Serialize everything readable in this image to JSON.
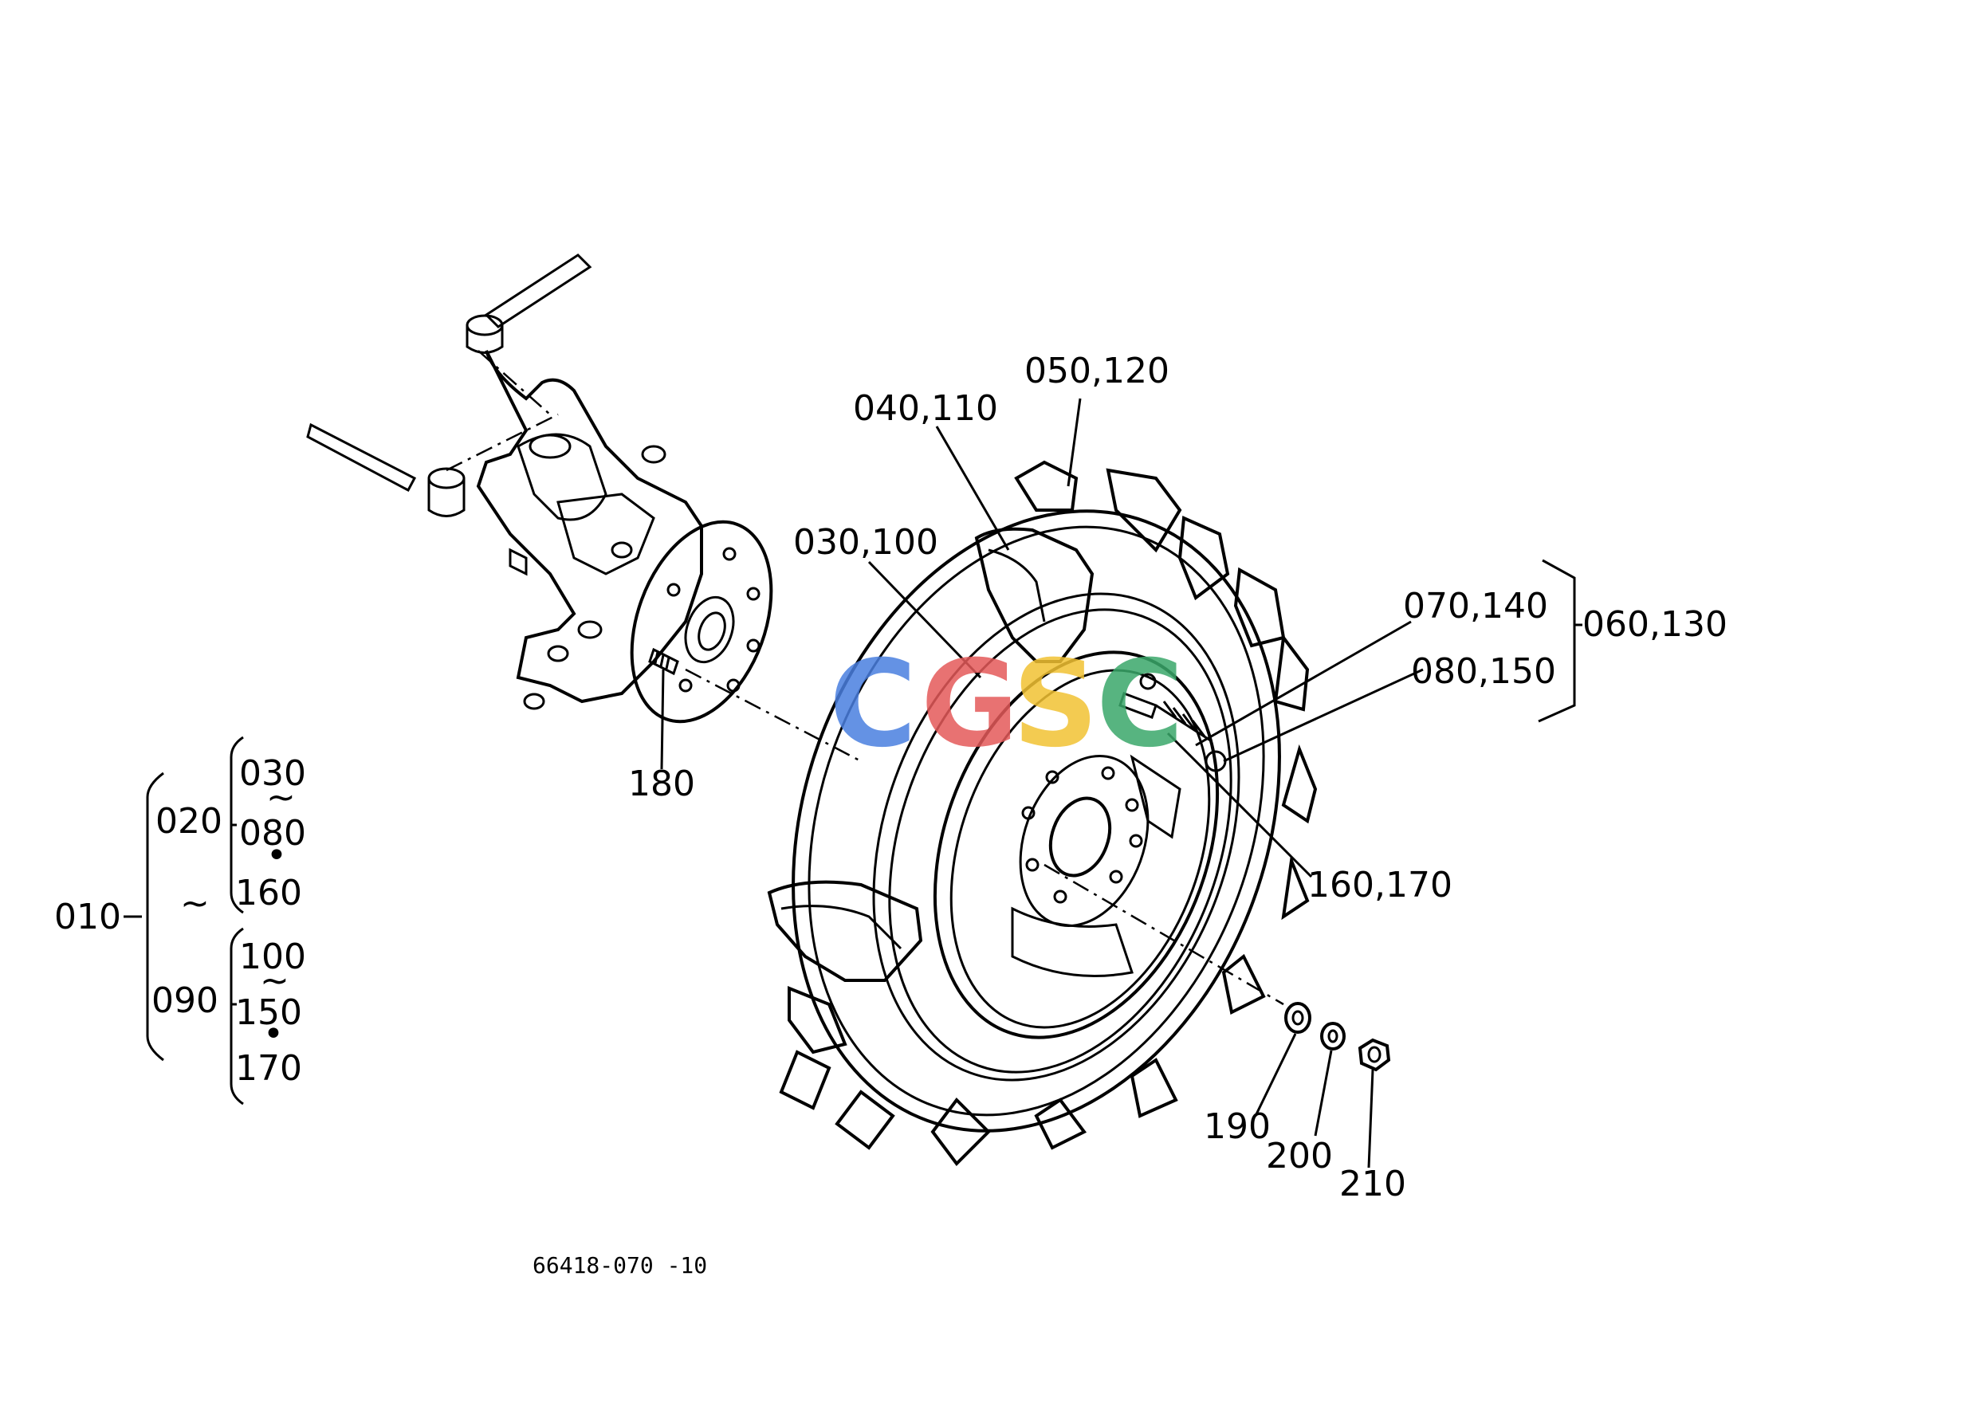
{
  "callouts": {
    "c050_120": "050,120",
    "c040_110": "040,110",
    "c030_100": "030,100",
    "c070_140": "070,140",
    "c080_150": "080,150",
    "c060_130": "060,130",
    "c160_170": "160,170",
    "c180": "180",
    "c190": "190",
    "c200": "200",
    "c210": "210"
  },
  "tree": {
    "root": "010",
    "group1": "020",
    "group1_items": [
      "030",
      "~",
      "080",
      "•",
      "160"
    ],
    "mid_tilde": "~",
    "group2": "090",
    "group2_items": [
      "100",
      "~",
      "150",
      "•",
      "170"
    ]
  },
  "drawing_code": "66418-070 -10",
  "watermark": {
    "letters": [
      "C",
      "G",
      "S",
      "C"
    ],
    "colors": [
      "#4a7fe0",
      "#e45a5a",
      "#f2c233",
      "#3aa86a"
    ]
  }
}
